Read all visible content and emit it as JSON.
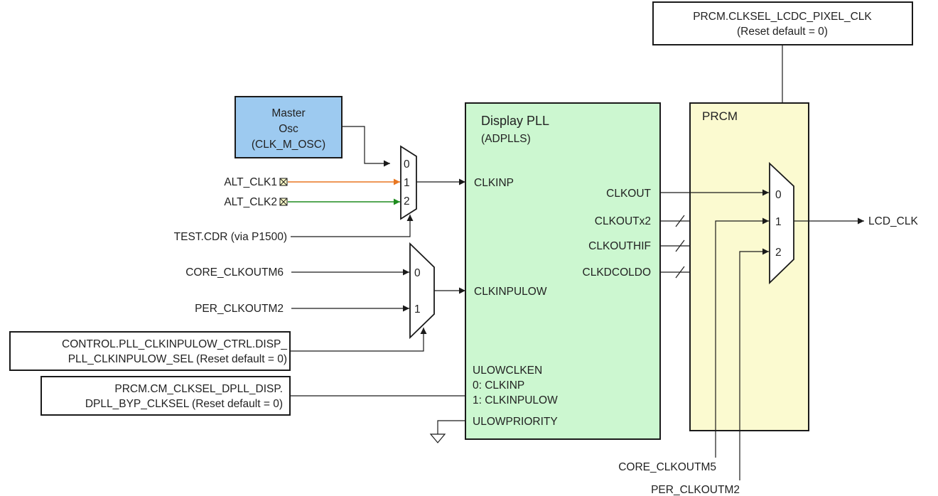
{
  "colors": {
    "osc_fill": "#9dcaf0",
    "pll_fill": "#ccf7d0",
    "prcm_fill": "#fbfad0",
    "alt_clk1_wire": "#e87722",
    "alt_clk2_wire": "#1e8c1e",
    "ink": "#1a1a1a"
  },
  "top_reg": {
    "line1": "PRCM.CLKSEL_LCDC_PIXEL_CLK",
    "line2": "(Reset default = 0)"
  },
  "osc": {
    "line1": "Master",
    "line2": "Osc",
    "line3": "(CLK_M_OSC)"
  },
  "mux_clkinp": {
    "in0": "0",
    "in1": "1",
    "in2": "2"
  },
  "inputs": {
    "alt_clk1": "ALT_CLK1",
    "alt_clk2": "ALT_CLK2",
    "test_cdr": "TEST.CDR (via P1500)",
    "core_clkoutm6": "CORE_CLKOUTM6",
    "per_clkoutm2": "PER_CLKOUTM2"
  },
  "mux_low": {
    "in0": "0",
    "in1": "1"
  },
  "ctrl_reg": {
    "line1": "CONTROL.PLL_CLKINPULOW_CTRL.DISP_",
    "line2": "PLL_CLKINPULOW_SEL (Reset default = 0)"
  },
  "byp_reg": {
    "line1": "PRCM.CM_CLKSEL_DPLL_DISP.",
    "line2": "DPLL_BYP_CLKSEL (Reset default = 0)"
  },
  "pll": {
    "title": "Display PLL",
    "subtitle": "(ADPLLS)",
    "clkinp": "CLKINP",
    "clkinpulow": "CLKINPULOW",
    "clkout": "CLKOUT",
    "clkoutx2": "CLKOUTx2",
    "clkouthif": "CLKOUTHIF",
    "clkdcoldo": "CLKDCOLDO",
    "ulowclken": "ULOWCLKEN",
    "ulowclken_0": "0: CLKINP",
    "ulowclken_1": "1: CLKINPULOW",
    "ulowpriority": "ULOWPRIORITY"
  },
  "prcm": {
    "title": "PRCM",
    "mux": {
      "in0": "0",
      "in1": "1",
      "in2": "2"
    },
    "output": "LCD_CLK"
  },
  "bottom_inputs": {
    "core_clkoutm5": "CORE_CLKOUTM5",
    "per_clkoutm2": "PER_CLKOUTM2"
  }
}
